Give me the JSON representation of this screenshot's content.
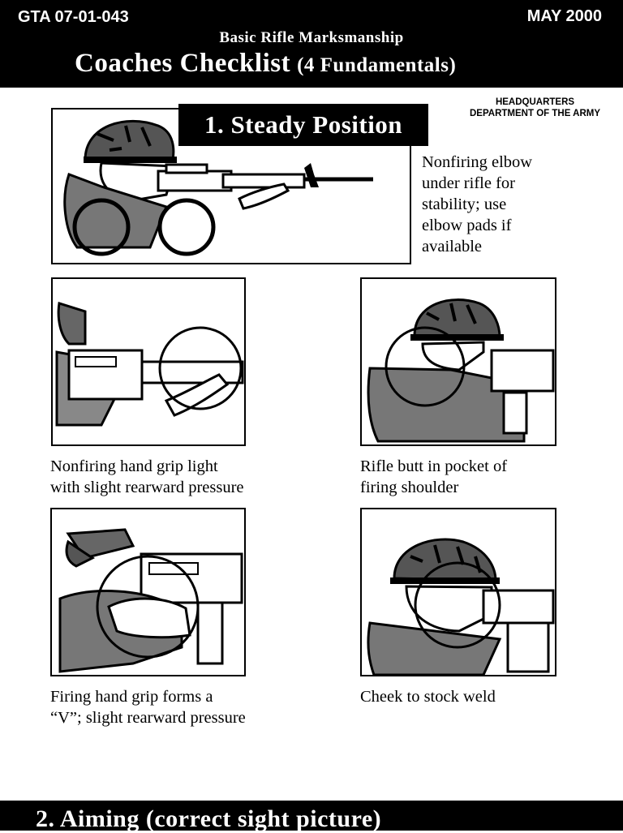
{
  "header": {
    "gta_code": "GTA 07-01-043",
    "date": "MAY 2000",
    "subtitle": "Basic Rifle Marksmanship",
    "title": "Coaches Checklist",
    "title_suffix": "(4 Fundamentals)"
  },
  "authority": {
    "line1": "HEADQUARTERS",
    "line2": "DEPARTMENT OF THE ARMY"
  },
  "section1": {
    "label": "1. Steady Position",
    "intro_caption": [
      "Nonfiring elbow",
      "under rifle for",
      "stability; use",
      "elbow pads if",
      "available"
    ],
    "items": [
      {
        "caption": [
          "Nonfiring hand grip light",
          "with slight rearward pressure"
        ]
      },
      {
        "caption": [
          "Rifle butt in pocket of",
          "firing shoulder"
        ]
      },
      {
        "caption": [
          "Firing hand grip forms a",
          "“V”; slight rearward pressure"
        ]
      },
      {
        "caption": [
          "Cheek to stock weld"
        ]
      }
    ]
  },
  "section2": {
    "label": "2. Aiming (correct sight picture)"
  }
}
